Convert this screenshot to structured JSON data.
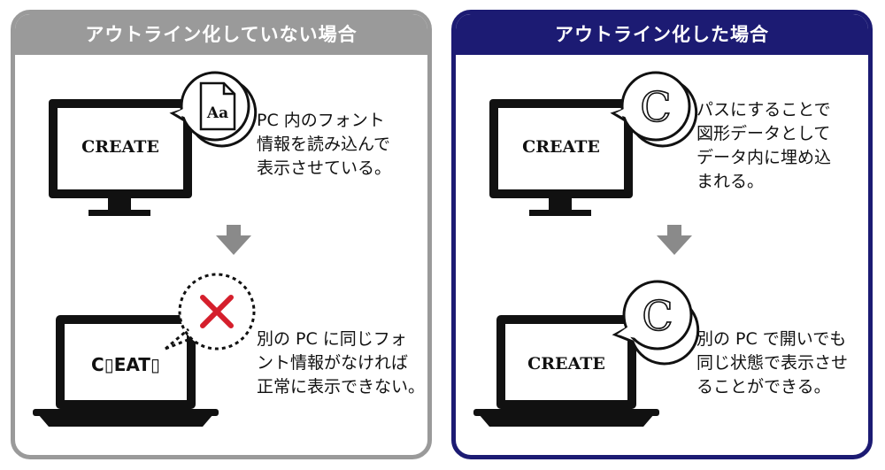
{
  "left_panel": {
    "title": "アウトライン化していない場合",
    "top_screen_text": "CREATE",
    "font_file_label": "Aa",
    "top_caption": "PC 内のフォント\n情報を読み込んで\n表示させている。",
    "bottom_screen_text": "C▯EAT▯",
    "bottom_caption": "別の PC に同じフォ\nント情報がなければ\n正常に表示できない。",
    "error_icon": "x-mark-icon",
    "colors": {
      "border": "#9a9a9a",
      "arrow": "#8a8a8a",
      "error": "#d51f2c"
    }
  },
  "right_panel": {
    "title": "アウトライン化した場合",
    "top_screen_text": "CREATE",
    "outline_glyph": "C",
    "top_caption": "パスにすることで\n図形データとして\nデータ内に埋め込\nまれる。",
    "bottom_screen_text": "CREATE",
    "bottom_glyph": "C",
    "bottom_caption": "別の PC で開いでも\n同じ状態で表示させ\nることができる。",
    "colors": {
      "border": "#1c1b73",
      "arrow": "#8a8a8a"
    }
  }
}
